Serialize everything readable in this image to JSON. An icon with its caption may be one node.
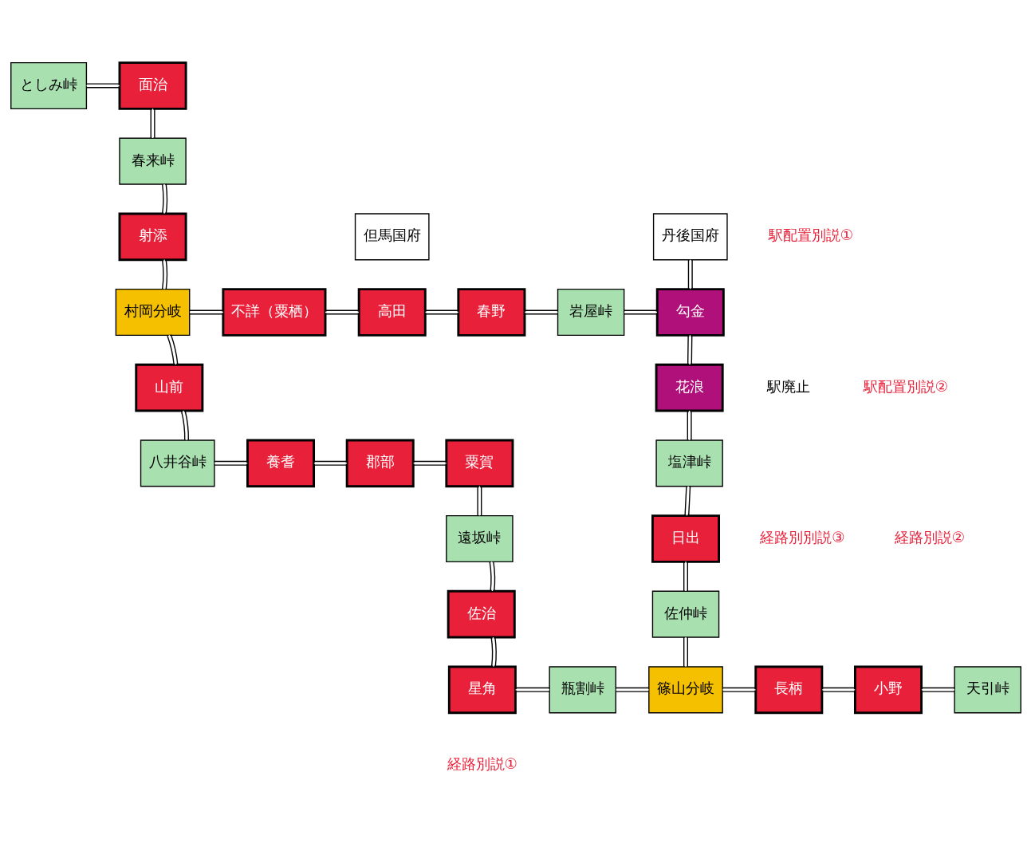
{
  "diagram": {
    "nodes": [
      {
        "text": [
          "としみ峠"
        ]
      },
      {
        "text": [
          "面治"
        ]
      },
      {
        "text": [
          "春来峠"
        ]
      },
      {
        "text": [
          "射添"
        ]
      },
      {
        "text": [
          "丹後国府"
        ]
      },
      {
        "text": [
          "但馬国府"
        ]
      },
      {
        "text": [
          "村岡分岐"
        ]
      },
      {
        "text": [
          "不詳（粟栖）"
        ]
      },
      {
        "text": [
          "高田"
        ]
      },
      {
        "text": [
          "春野"
        ]
      },
      {
        "text": [
          "岩屋峠"
        ]
      },
      {
        "text": [
          "勾金"
        ]
      },
      {
        "text": [
          "山前"
        ]
      },
      {
        "text": [
          "花浪"
        ]
      },
      {
        "text": [
          "八井谷峠"
        ]
      },
      {
        "text": [
          "養耆"
        ]
      },
      {
        "text": [
          "郡部"
        ]
      },
      {
        "text": [
          "粟賀"
        ]
      },
      {
        "text": [
          "塩津峠"
        ]
      },
      {
        "text": [
          "日出"
        ]
      },
      {
        "text": [
          "遠坂峠"
        ]
      },
      {
        "text": [
          "佐治"
        ]
      },
      {
        "text": [
          "佐仲峠"
        ]
      },
      {
        "text": [
          "星角"
        ]
      },
      {
        "text": [
          "瓶割峠"
        ]
      },
      {
        "text": [
          "篠山分岐"
        ]
      },
      {
        "text": [
          "長柄"
        ]
      },
      {
        "text": [
          "小野"
        ]
      },
      {
        "text": [
          "天引峠"
        ]
      }
    ],
    "edges": [
      {
        "from": 0,
        "to": 1,
        "arrow": "none"
      },
      {
        "from": 1,
        "to": 2,
        "arrow": "none"
      },
      {
        "from": 2,
        "to": 3,
        "arrow": "none"
      },
      {
        "from": 3,
        "to": 6,
        "arrow": "none"
      },
      {
        "from": 6,
        "to": 7,
        "arrow": "none"
      },
      {
        "from": 7,
        "to": 8,
        "arrow": "none"
      },
      {
        "from": 8,
        "to": 9,
        "arrow": "none"
      },
      {
        "from": 9,
        "to": 10,
        "arrow": "none"
      },
      {
        "from": 10,
        "to": 11,
        "arrow": "none"
      },
      {
        "from": 4,
        "to": 11,
        "arrow": "none"
      },
      {
        "from": 6,
        "to": 12,
        "arrow": "none"
      },
      {
        "from": 12,
        "to": 14,
        "arrow": "none"
      },
      {
        "from": 14,
        "to": 15,
        "arrow": "none"
      },
      {
        "from": 15,
        "to": 16,
        "arrow": "none"
      },
      {
        "from": 16,
        "to": 17,
        "arrow": "none"
      },
      {
        "from": 17,
        "to": 20,
        "arrow": "none"
      },
      {
        "from": 20,
        "to": 21,
        "arrow": "none"
      },
      {
        "from": 21,
        "to": 23,
        "arrow": "none"
      },
      {
        "from": 23,
        "to": 24,
        "arrow": "none"
      },
      {
        "from": 24,
        "to": 25,
        "arrow": "none"
      },
      {
        "from": 25,
        "to": 26,
        "arrow": "none"
      },
      {
        "from": 26,
        "to": 27,
        "arrow": "none"
      },
      {
        "from": 27,
        "to": 28,
        "arrow": "none"
      },
      {
        "from": 11,
        "to": 13,
        "arrow": "none"
      },
      {
        "from": 13,
        "to": 18,
        "arrow": "none"
      },
      {
        "from": 18,
        "to": 19,
        "arrow": "none"
      },
      {
        "from": 19,
        "to": 22,
        "arrow": "none"
      },
      {
        "from": 22,
        "to": 25,
        "arrow": "none"
      }
    ],
    "labels": [
      "駅配置別説①",
      "駅廃止",
      "駅配置別説②",
      "経路別別説③",
      "経路別説②",
      "経路別説①"
    ]
  }
}
